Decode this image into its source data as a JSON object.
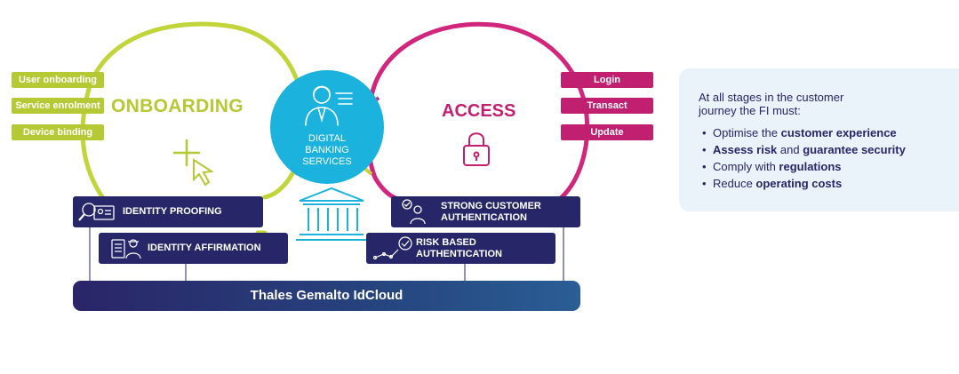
{
  "onboarding": {
    "title": "ONBOARDING",
    "tags": [
      "User onboarding",
      "Service enrolment",
      "Device binding"
    ],
    "color": "#b5c934"
  },
  "access": {
    "title": "ACCESS",
    "tags": [
      "Login",
      "Transact",
      "Update"
    ],
    "color": "#c0206f"
  },
  "center": {
    "label_lines": [
      "DIGITAL",
      "BANKING",
      "SERVICES"
    ],
    "color": "#1bb3dd"
  },
  "boxes": {
    "identity_proofing": "IDENTITY PROOFING",
    "identity_affirmation": "IDENTITY AFFIRMATION",
    "sca_line1": "STRONG CUSTOMER",
    "sca_line2": "AUTHENTICATION",
    "rba_line1": "RISK BASED",
    "rba_line2": "AUTHENTICATION"
  },
  "platform": {
    "label": "Thales Gemalto IdCloud"
  },
  "info": {
    "intro_line1": "At all stages in the customer",
    "intro_line2": "journey the FI must:",
    "bullets": [
      {
        "pre": "Optimise the ",
        "b1": "customer experience",
        "mid": "",
        "b2": ""
      },
      {
        "pre": "",
        "b1": "Assess risk",
        "mid": " and ",
        "b2": "guarantee security"
      },
      {
        "pre": "Comply with ",
        "b1": "regulations",
        "mid": "",
        "b2": ""
      },
      {
        "pre": "Reduce ",
        "b1": "operating costs",
        "mid": "",
        "b2": ""
      }
    ]
  },
  "colors": {
    "navy": "#272668",
    "panel": "#eaf3fa",
    "cyan": "#1bb3dd"
  }
}
